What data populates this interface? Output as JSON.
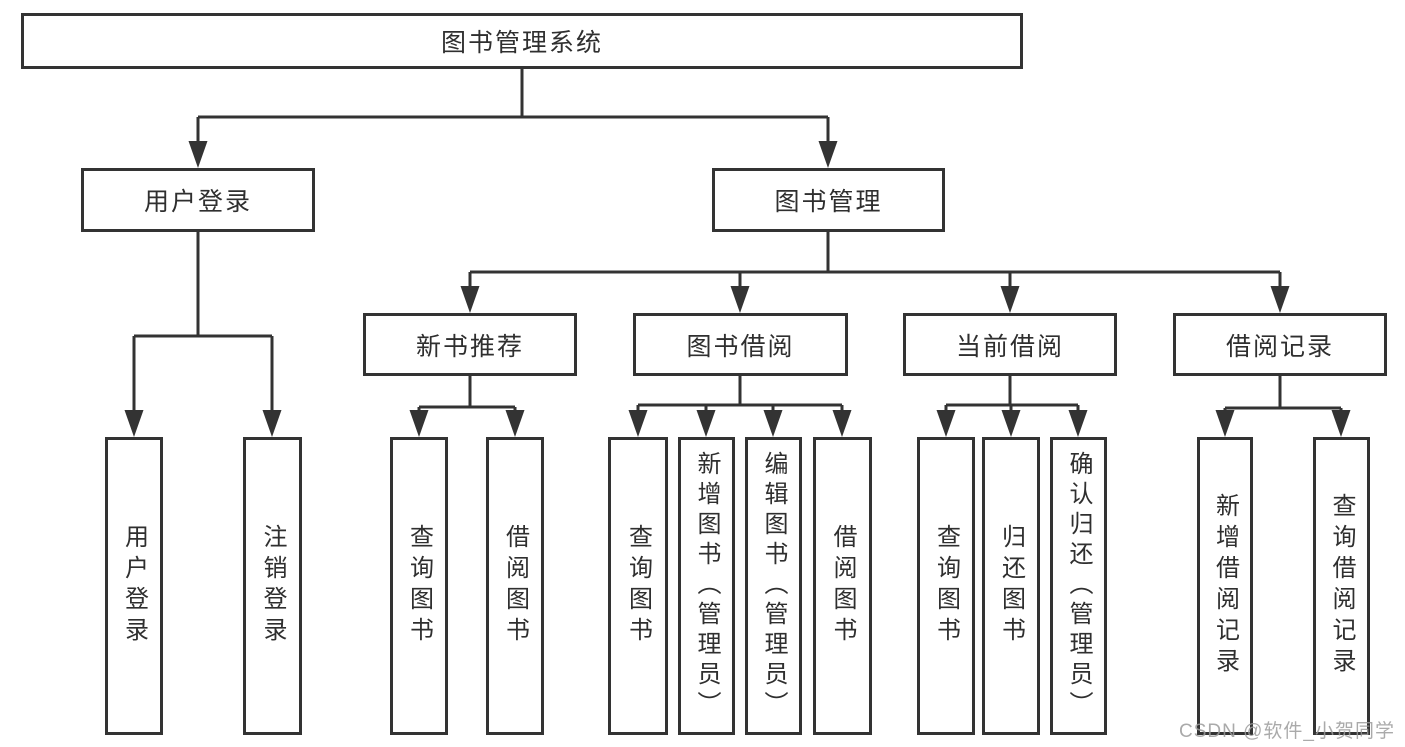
{
  "diagram": {
    "tree": {
      "root": {
        "label": "图书管理系统",
        "children": [
          {
            "label": "用户登录",
            "children": [
              {
                "label": "用户登录"
              },
              {
                "label": "注销登录"
              }
            ]
          },
          {
            "label": "图书管理",
            "children": [
              {
                "label": "新书推荐",
                "children": [
                  {
                    "label": "查询图书"
                  },
                  {
                    "label": "借阅图书"
                  }
                ]
              },
              {
                "label": "图书借阅",
                "children": [
                  {
                    "label": "查询图书"
                  },
                  {
                    "label": "新增图书（管理员）"
                  },
                  {
                    "label": "编辑图书（管理员）"
                  },
                  {
                    "label": "借阅图书"
                  }
                ]
              },
              {
                "label": "当前借阅",
                "children": [
                  {
                    "label": "查询图书"
                  },
                  {
                    "label": "归还图书"
                  },
                  {
                    "label": "确认归还（管理员）"
                  }
                ]
              },
              {
                "label": "借阅记录",
                "children": [
                  {
                    "label": "新增借阅记录"
                  },
                  {
                    "label": "查询借阅记录"
                  }
                ]
              }
            ]
          }
        ]
      }
    },
    "colors": {
      "line": "#333333",
      "text": "#2f2f2f",
      "box_background": "#ffffff",
      "watermark": "#9c9c9c"
    },
    "watermark": {
      "text": "CSDN @软件_小贺同学"
    }
  }
}
